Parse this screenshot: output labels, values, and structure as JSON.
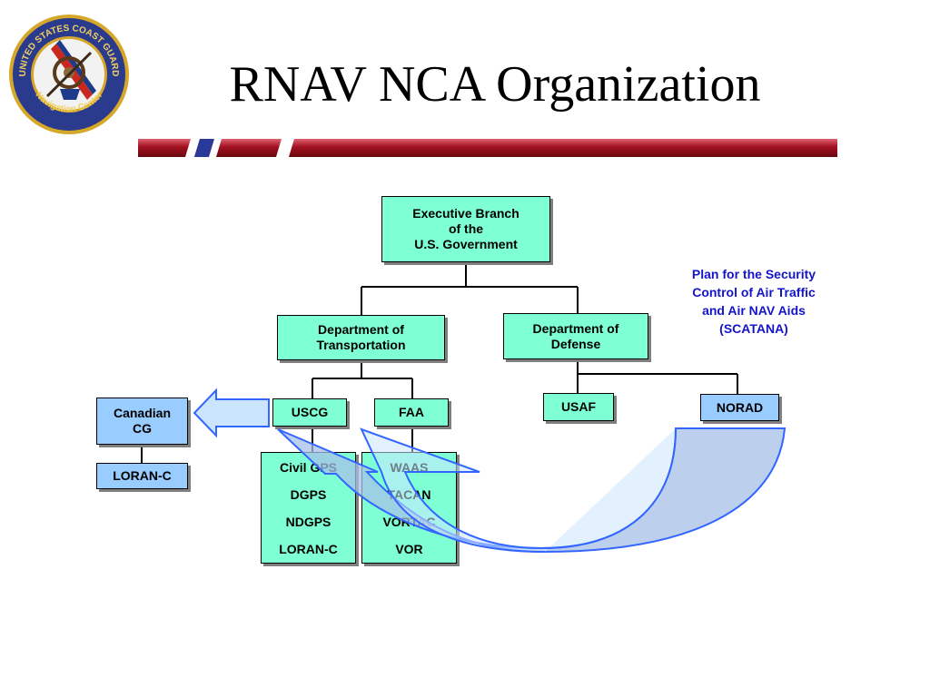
{
  "slide": {
    "title": "RNAV NCA Organization"
  },
  "seal": {
    "text_top": "UNITED STATES COAST GUARD",
    "text_bottom": "Navigation Center"
  },
  "org": {
    "executive": [
      "Executive Branch",
      "of the",
      "U.S. Government"
    ],
    "dot": [
      "Department of",
      "Transportation"
    ],
    "dod": [
      "Department of",
      "Defense"
    ],
    "uscg": "USCG",
    "faa": "FAA",
    "usaf": "USAF",
    "norad": "NORAD",
    "canadian_cg": [
      "Canadian",
      "CG"
    ],
    "canadian_loran": "LORAN-C",
    "uscg_services": [
      "Civil GPS",
      "DGPS",
      "NDGPS",
      "LORAN-C"
    ],
    "faa_services": [
      "WAAS",
      "TACAN",
      "VORTAC",
      "VOR"
    ]
  },
  "note": {
    "lines": [
      "Plan for the Security",
      "Control of Air Traffic",
      "and Air NAV Aids",
      "(SCATANA)"
    ]
  },
  "colors": {
    "box_green": "#7fffd4",
    "box_blue": "#99ccff",
    "arrow_stroke": "#3366ff",
    "note_text": "#1414c8",
    "bar_red": "#a01020"
  }
}
